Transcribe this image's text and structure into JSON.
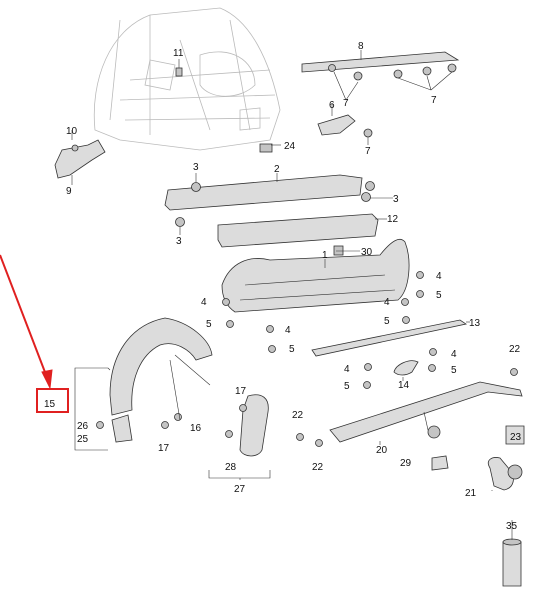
{
  "labels": {
    "p1": "1",
    "p2": "2",
    "p3a": "3",
    "p3b": "3",
    "p3c": "3",
    "p4a": "4",
    "p4b": "4",
    "p4c": "4",
    "p4d": "4",
    "p4e": "4",
    "p4f": "4",
    "p5a": "5",
    "p5b": "5",
    "p5c": "5",
    "p5d": "5",
    "p5e": "5",
    "p5f": "5",
    "p6": "6",
    "p7a": "7",
    "p7b": "7",
    "p7c": "7",
    "p8": "8",
    "p9": "9",
    "p10": "10",
    "p11": "11",
    "p12": "12",
    "p13": "13",
    "p14": "14",
    "p15": "15",
    "p16": "16",
    "p17a": "17",
    "p17b": "17",
    "p20": "20",
    "p21": "21",
    "p22a": "22",
    "p22b": "22",
    "p22c": "22",
    "p23": "23",
    "p24": "24",
    "p25": "25",
    "p26": "26",
    "p27": "27",
    "p28": "28",
    "p29": "29",
    "p30": "30",
    "p35": "35"
  },
  "colors": {
    "highlight": "#e02020",
    "part_fill": "#dcdcdc",
    "line": "#333333"
  }
}
